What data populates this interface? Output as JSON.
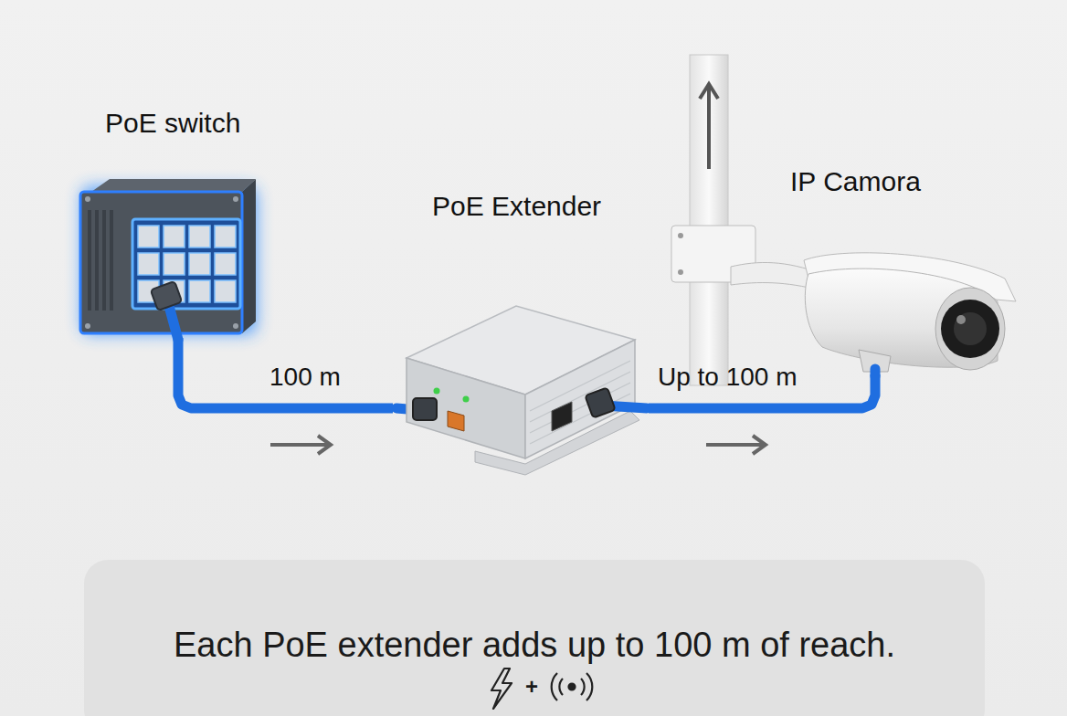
{
  "diagram": {
    "caption": "Each PoE extender adds up to 100 m of reach.",
    "nodes": [
      {
        "text": [
          "PoE switch"
        ]
      },
      {
        "text": [
          "PoE Extender"
        ]
      },
      {
        "text": [
          "IP Camora"
        ]
      }
    ],
    "edges": [
      {
        "from": 0,
        "to": 1,
        "label": "100 m",
        "arrow": "none"
      },
      {
        "from": 1,
        "to": 2,
        "label": "Up to 100 m",
        "arrow": "none"
      }
    ],
    "labels": [
      "+"
    ]
  }
}
